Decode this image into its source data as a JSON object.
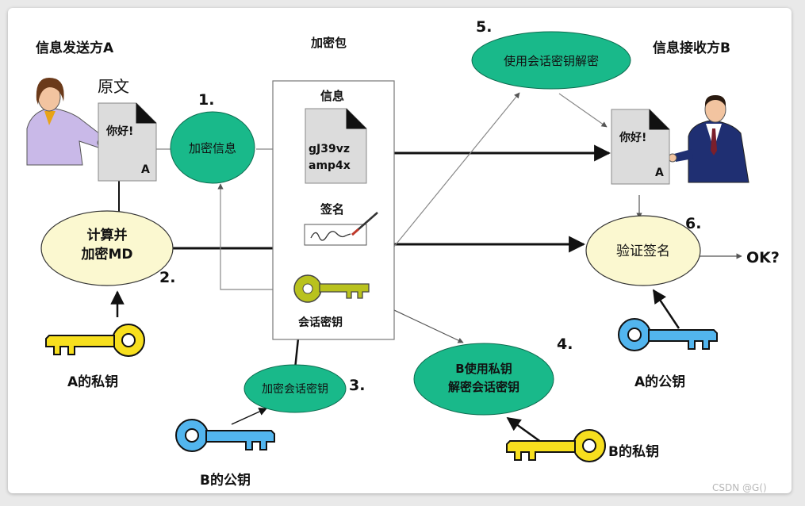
{
  "sender": {
    "title": "信息发送方A",
    "doc_caption": "原文",
    "doc_text": "你好!",
    "doc_mark": "A"
  },
  "receiver": {
    "title": "信息接收方B",
    "doc_text": "你好!",
    "doc_mark": "A"
  },
  "package": {
    "title": "加密包",
    "info_label": "信息",
    "cipher_line1": "gJ39vz",
    "cipher_line2": "amp4x",
    "signature_label": "签名",
    "session_key_label": "会话密钥"
  },
  "steps": {
    "s1": {
      "num": "1.",
      "label": "加密信息"
    },
    "s2": {
      "num": "2.",
      "line1": "计算并",
      "line2": "加密MD"
    },
    "s3": {
      "num": "3.",
      "label": "加密会话密钥"
    },
    "s4": {
      "num": "4.",
      "line1": "B使用私钥",
      "line2": "解密会话密钥"
    },
    "s5": {
      "num": "5.",
      "label": "使用会话密钥解密"
    },
    "s6": {
      "num": "6.",
      "label": "验证签名"
    }
  },
  "keys": {
    "a_private": "A的私钥",
    "b_public": "B的公钥",
    "b_private": "B的私钥",
    "a_public": "A的公钥"
  },
  "result": "OK?",
  "watermark": "CSDN @G()",
  "colors": {
    "ellipse_green": "#19b98a",
    "ellipse_cream": "#fbf8d0",
    "key_yellow": "#f7df1e",
    "key_blue": "#52b5ee",
    "session_key": "#b9c21e",
    "doc_gray": "#dcdcdc"
  }
}
